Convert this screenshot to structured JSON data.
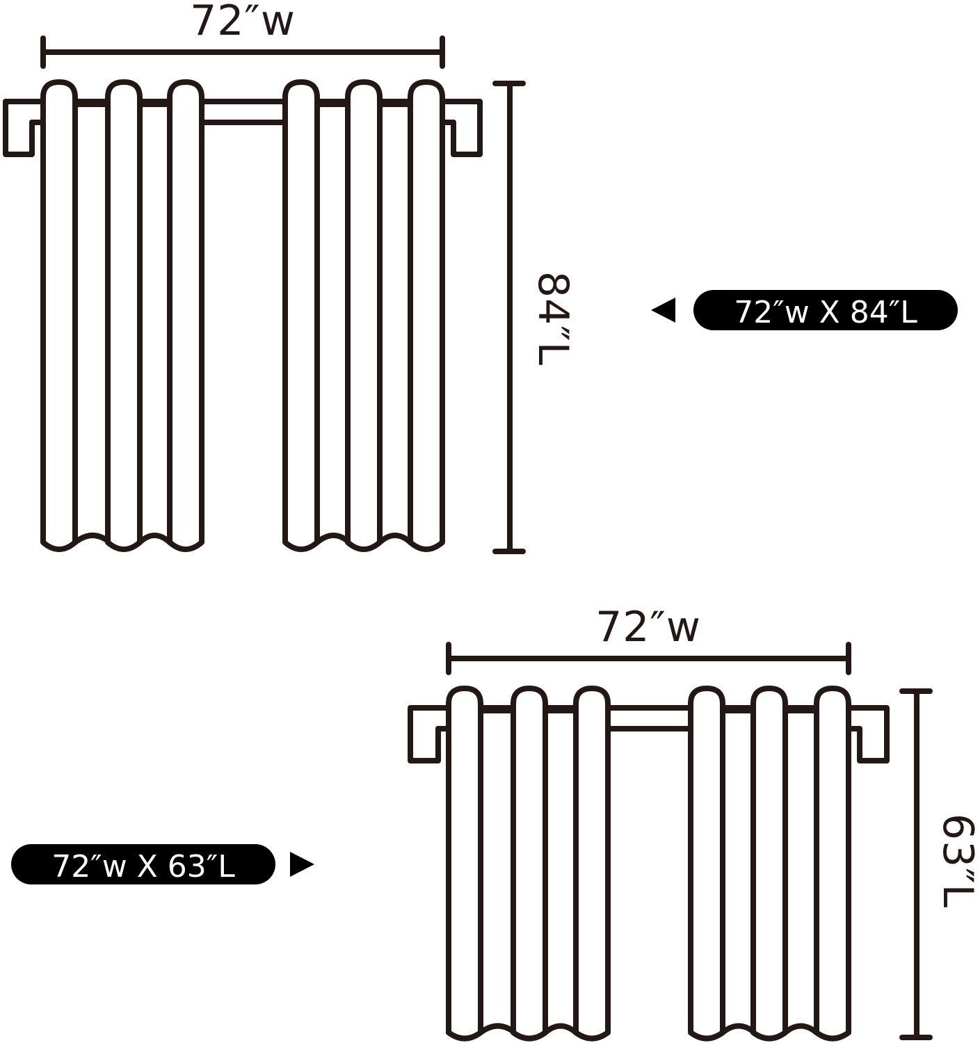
{
  "colors": {
    "ink": "#231815",
    "badge_bg": "#000000",
    "badge_text": "#ffffff",
    "background": "#ffffff"
  },
  "large_curtain": {
    "width_label": "72″w",
    "length_label": "84″L",
    "badge_label": "72″w X 84″L",
    "badge_arrow": "triangle-left-icon"
  },
  "small_curtain": {
    "width_label": "72″w",
    "length_label": "63″L",
    "badge_label": "72″w X 63″L",
    "badge_arrow": "triangle-right-icon"
  }
}
